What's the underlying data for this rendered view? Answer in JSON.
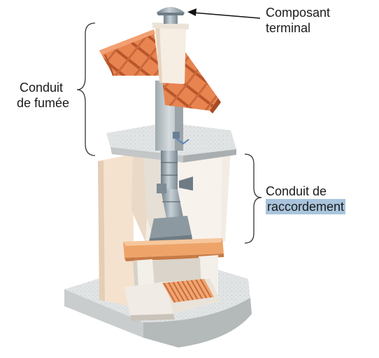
{
  "labels": {
    "terminal": [
      "Composant",
      "terminal"
    ],
    "smoke_flue": [
      "Conduit",
      "de fumée"
    ],
    "connection_flue": [
      "Conduit de",
      "raccordement"
    ]
  },
  "colors": {
    "tile": "#e07a45",
    "tile_dark": "#b8552b",
    "stone": "#e4e6e6",
    "stone_dark": "#b9bcbd",
    "wall": "#f3e3d3",
    "metal": "#8c9aa3",
    "beam": "#eda36b",
    "highlight": "#a9c4dc"
  }
}
